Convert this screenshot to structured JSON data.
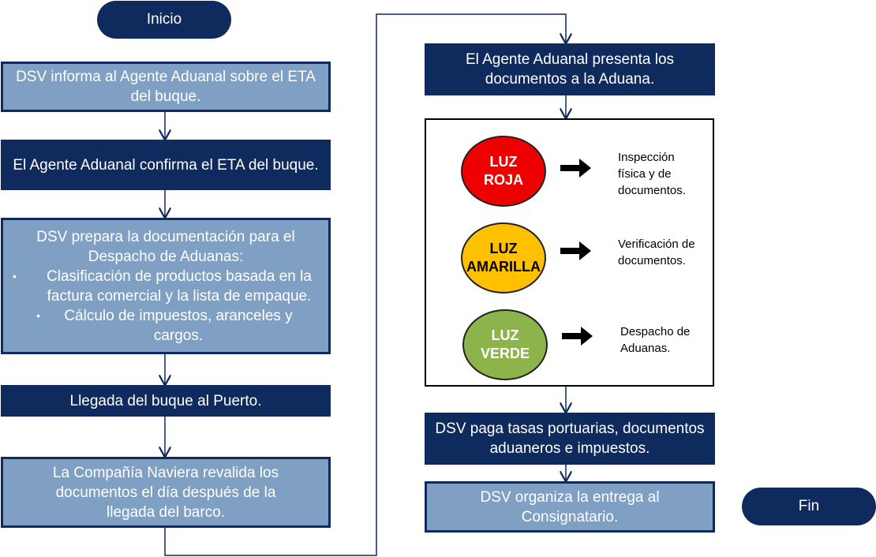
{
  "start": {
    "label": "Inicio"
  },
  "end": {
    "label": "Fin"
  },
  "steps": [
    {
      "text": "DSV informa al Agente Aduanal sobre el ETA del buque."
    },
    {
      "text": "El Agente Aduanal confirma el ETA del buque."
    },
    {
      "title": "DSV prepara la documentación para el Despacho de Aduanas:",
      "bullets": [
        "Clasificación de productos basada en la factura comercial y la lista de empaque.",
        "Cálculo de impuestos, aranceles y cargos."
      ],
      "bullet_symbol": "•"
    },
    {
      "text": "Llegada del buque al Puerto."
    },
    {
      "text": "La Compañía Naviera revalida los documentos el día después de la llegada del barco."
    },
    {
      "text": "El Agente Aduanal presenta los documentos a la Aduana."
    },
    {
      "text": "DSV paga tasas portuarias, documentos aduaneros e impuestos."
    },
    {
      "text": "DSV organiza la entrega al Consignatario."
    }
  ],
  "lights": [
    {
      "line1": "LUZ",
      "line2": "ROJA",
      "result": "Inspección física y de documentos.",
      "color": "#ee0000",
      "text_color": "#ffffff"
    },
    {
      "line1": "LUZ",
      "line2": "AMARILLA",
      "result": "Verificación de documentos.",
      "color": "#ffc000",
      "text_color": "#000000"
    },
    {
      "line1": "LUZ",
      "line2": "VERDE",
      "result": "Despacho de Aduanas.",
      "color": "#8db44a",
      "text_color": "#ffffff"
    }
  ],
  "colors": {
    "navy": "#0f2a5c",
    "light_blue": "#7f9fc3"
  }
}
